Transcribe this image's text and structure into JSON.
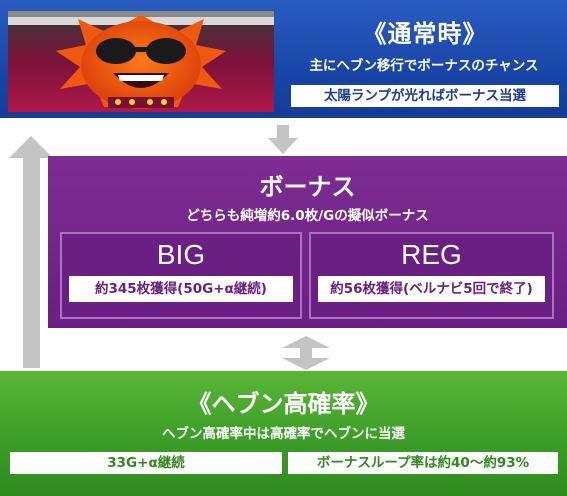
{
  "normal": {
    "title": "《通常時》",
    "description": "主にヘブン移行でボーナスのチャンス",
    "note": "太陽ランプが光ればボーナス当選"
  },
  "bonus": {
    "title": "ボーナス",
    "description": "どちらも純増約6.0枚/Gの擬似ボーナス",
    "big": {
      "title": "BIG",
      "detail": "約345枚獲得(50G+α継続)"
    },
    "reg": {
      "title": "REG",
      "detail": "約56枚獲得(ベルナビ5回で終了)"
    }
  },
  "heaven": {
    "title": "《ヘブン高確率》",
    "description": "ヘブン高確率中は高確率でヘブンに当選",
    "continuation": "33G+α継続",
    "loop_rate": "ボーナスループ率は約40～約93%"
  },
  "colors": {
    "normal_blue": "#1846a8",
    "bonus_purple": "#6a1f82",
    "heaven_green": "#3c9d28",
    "arrow_gray": "#c4c4c4"
  }
}
